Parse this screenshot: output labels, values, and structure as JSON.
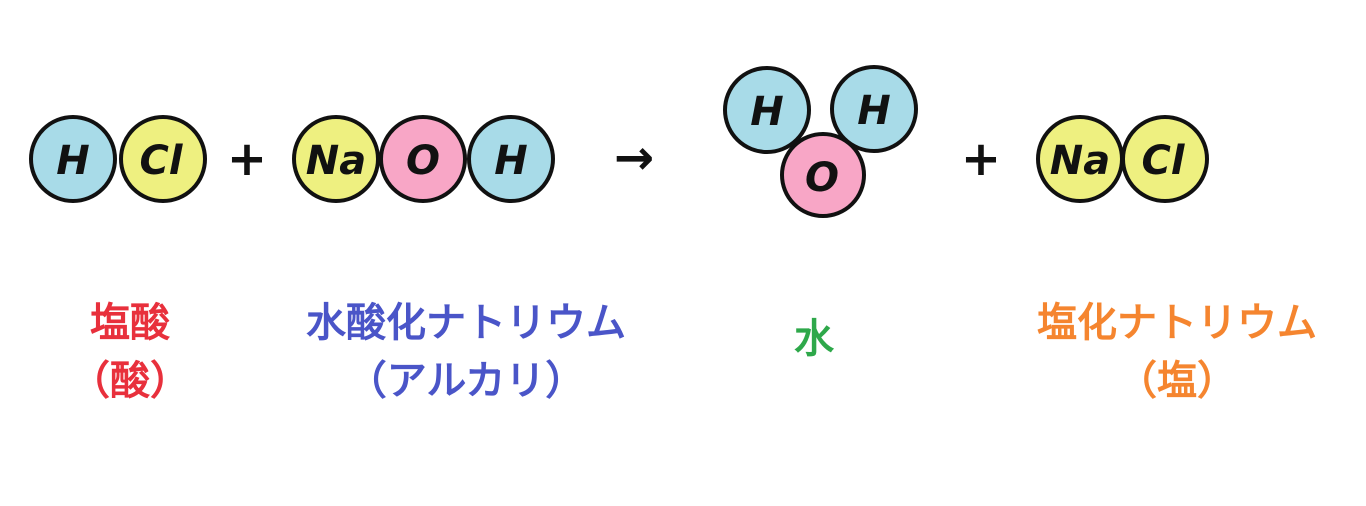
{
  "colors": {
    "H": "#a8dbe8",
    "Cl": "#eef080",
    "Na": "#eef080",
    "O": "#f8a6c6",
    "acid": "#e8303c",
    "alkali": "#4a55c8",
    "water": "#2ea84a",
    "salt": "#f5852f"
  },
  "reactants": {
    "hcl": {
      "atoms": [
        "H",
        "Cl"
      ],
      "name": "塩酸",
      "type": "（酸）"
    },
    "naoh": {
      "atoms": [
        "Na",
        "O",
        "H"
      ],
      "name": "水酸化ナトリウム",
      "type": "（アルカリ）"
    }
  },
  "products": {
    "water": {
      "atoms": [
        "H",
        "H",
        "O"
      ],
      "name": "水"
    },
    "nacl": {
      "atoms": [
        "Na",
        "Cl"
      ],
      "name": "塩化ナトリウム",
      "type": "（塩）"
    }
  },
  "operators": {
    "plus": "+",
    "arrow": "→"
  }
}
